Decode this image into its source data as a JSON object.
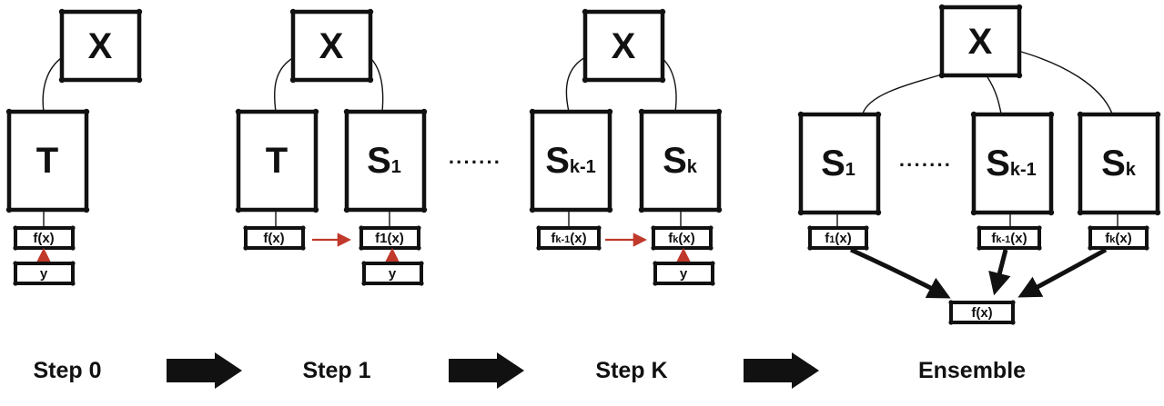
{
  "nodes": {
    "x": "X",
    "t": "T",
    "s": "S",
    "sub_1": "1",
    "sub_k": "k",
    "sub_km1": "k-1"
  },
  "outputs": {
    "fx": "f(x)",
    "f1x": "f1(x)",
    "f_prefix": "f",
    "x_suffix": "(x)",
    "sub_1": "1",
    "sub_k": "k",
    "sub_km1": "k-1",
    "y": "y"
  },
  "ellipsis": "·······",
  "steps": {
    "step0": "Step 0",
    "step1": "Step 1",
    "stepk": "Step K",
    "ensemble": "Ensemble"
  }
}
